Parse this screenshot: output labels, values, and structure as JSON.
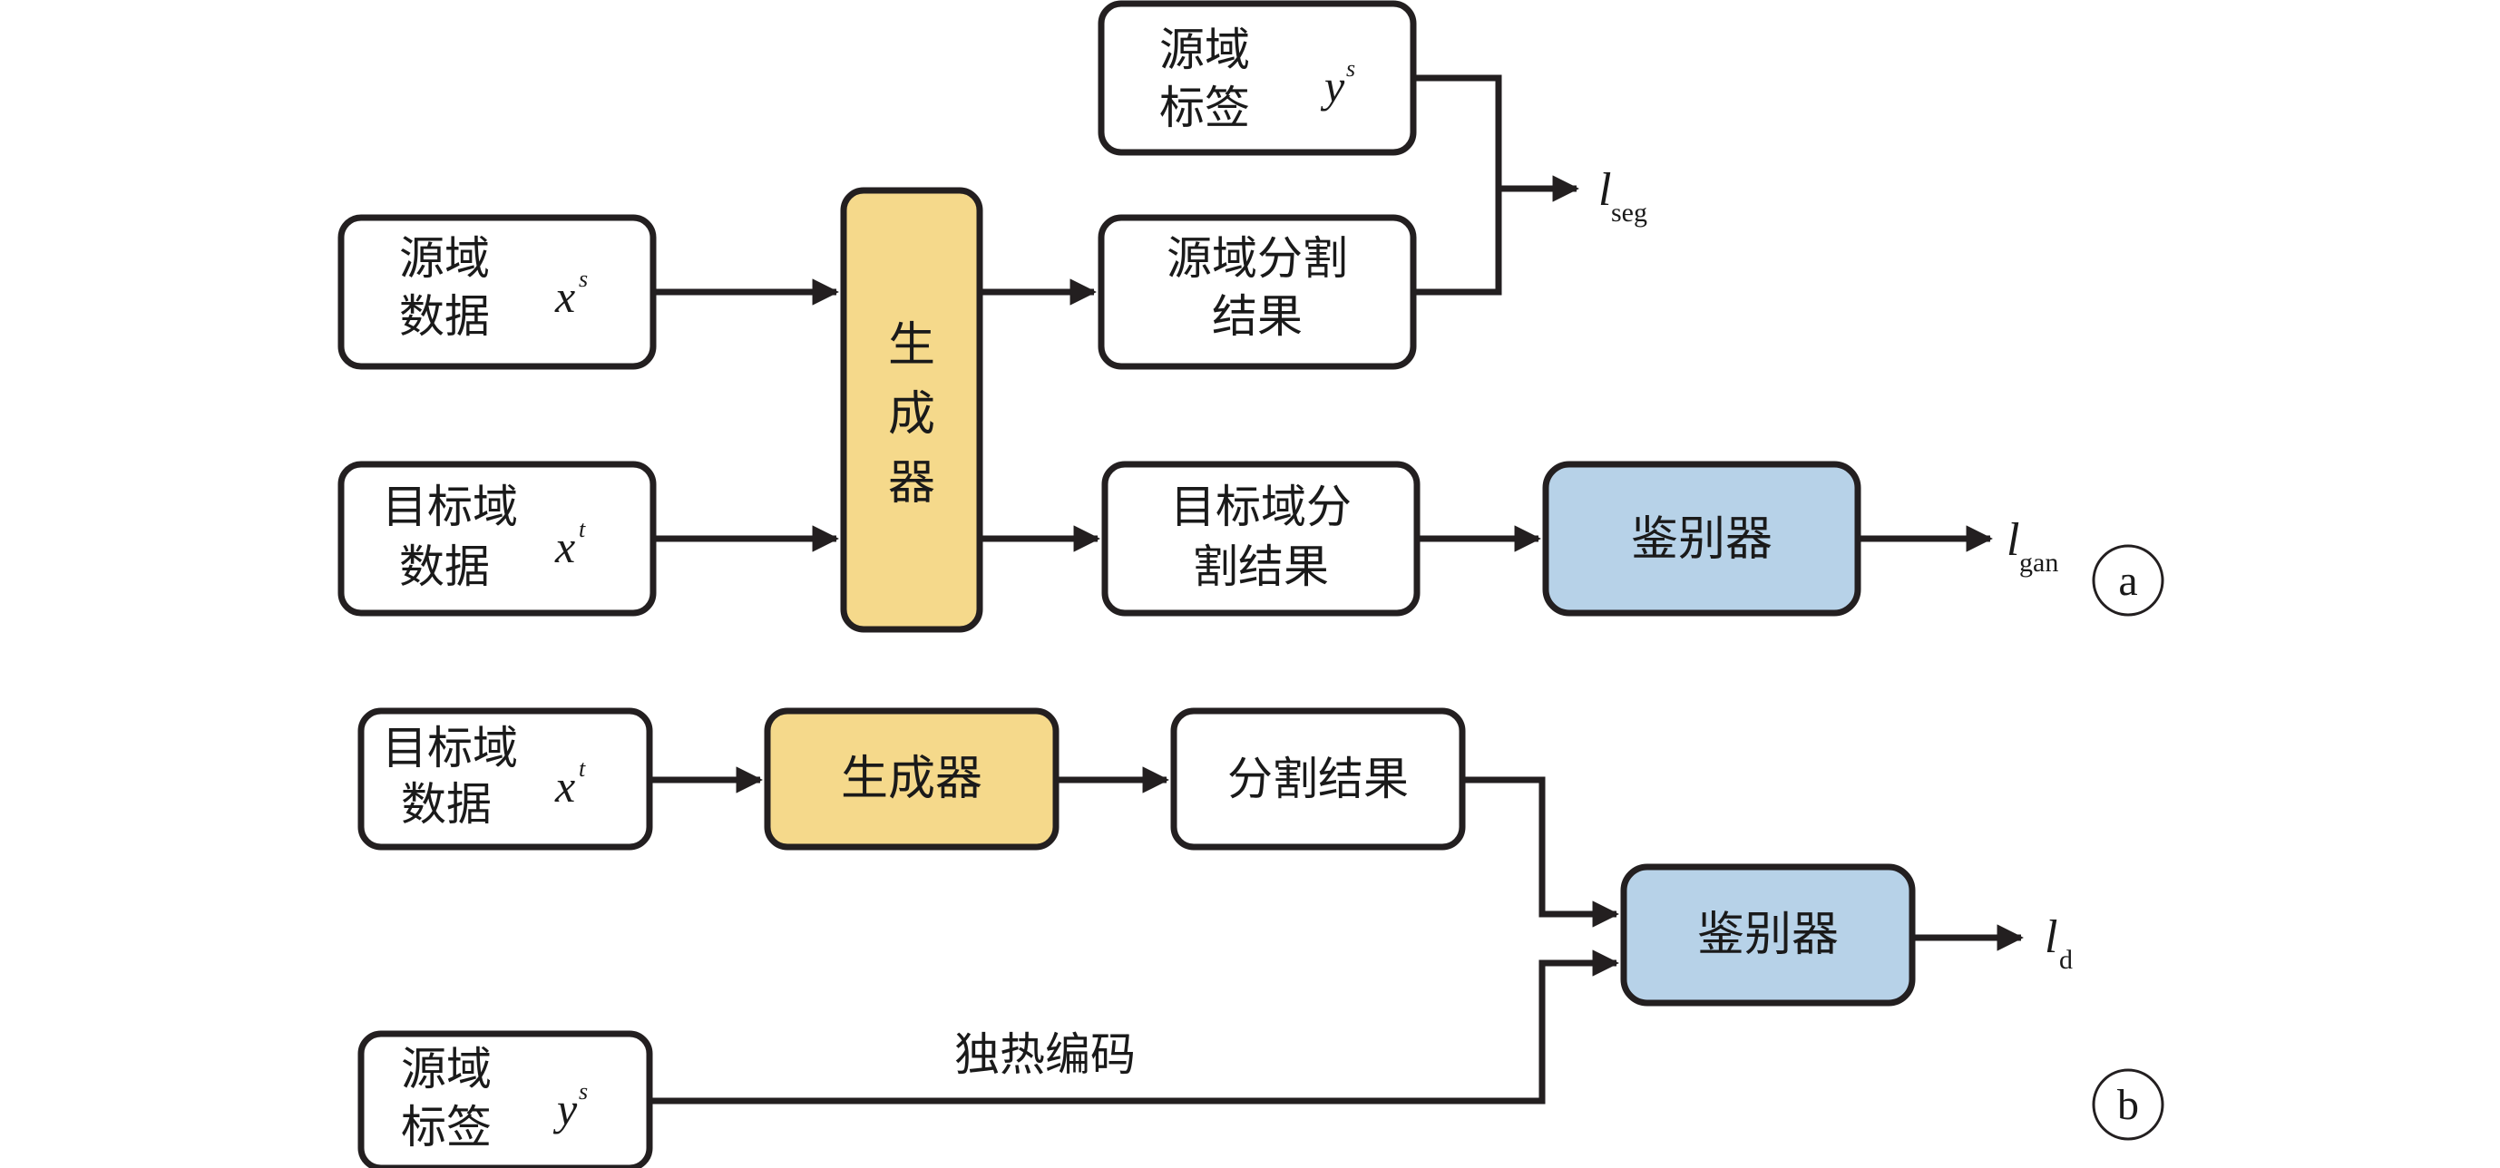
{
  "colors": {
    "generator_fill": "#f5d98b",
    "discriminator_fill": "#b7d2e8",
    "box_fill": "#ffffff",
    "stroke": "#231f20"
  },
  "panel_a": {
    "label": "a",
    "source_label_box": {
      "line1": "源域",
      "line2": "标签",
      "var": "y",
      "sup": "s"
    },
    "source_data_box": {
      "line1": "源域",
      "line2": "数据",
      "var": "x",
      "sup": "s"
    },
    "target_data_box": {
      "line1": "目标域",
      "line2": "数据",
      "var": "x",
      "sup": "t"
    },
    "generator": {
      "chars": [
        "生",
        "成",
        "器"
      ]
    },
    "source_seg_box": {
      "line1": "源域分割",
      "line2": "结果"
    },
    "target_seg_box": {
      "line1": "目标域分",
      "line2": "割结果"
    },
    "discriminator": {
      "label": "鉴别器"
    },
    "loss_seg": {
      "var": "l",
      "sub": "seg"
    },
    "loss_gan": {
      "var": "l",
      "sub": "gan"
    }
  },
  "panel_b": {
    "label": "b",
    "target_data_box": {
      "line1": "目标域",
      "line2": "数据",
      "var": "x",
      "sup": "t"
    },
    "generator": {
      "label": "生成器"
    },
    "seg_box": {
      "label": "分割结果"
    },
    "discriminator": {
      "label": "鉴别器"
    },
    "source_label_box": {
      "line1": "源域",
      "line2": "标签",
      "var": "y",
      "sup": "s"
    },
    "onehot_label": "独热编码",
    "loss_d": {
      "var": "l",
      "sub": "d"
    }
  }
}
